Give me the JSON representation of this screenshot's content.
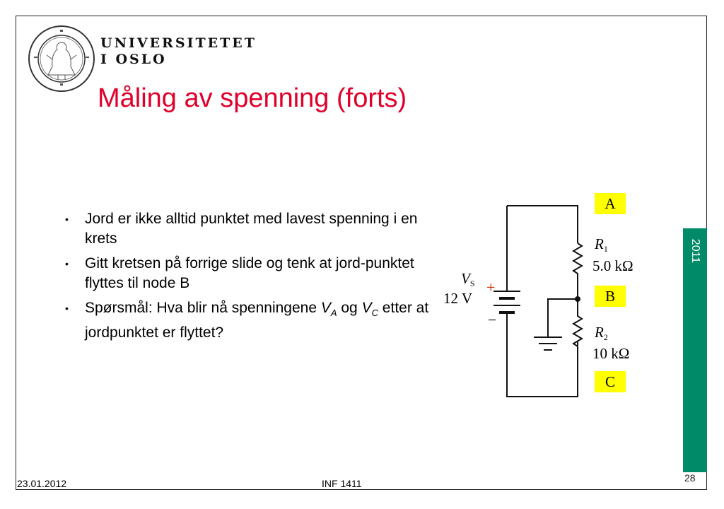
{
  "header": {
    "university_line1": "UNIVERSITETET",
    "university_line2": "I OSLO"
  },
  "slide": {
    "title": "Måling av spenning (forts)",
    "bullets": [
      {
        "text": "Jord er ikke alltid punktet med lavest spenning i en krets"
      },
      {
        "text": "Gitt kretsen på forrige slide og tenk at jord-punktet flyttes til node B"
      },
      {
        "part1": "Spørsmål: Hva blir nå spenningene ",
        "var_a": "V",
        "var_a_sub": "A",
        "part2": " og ",
        "var_c": "V",
        "var_c_sub": "C",
        "part3": " etter at jordpunktet er flyttet?"
      }
    ]
  },
  "circuit": {
    "node_a": "A",
    "node_b": "B",
    "node_c": "C",
    "r1_symbol": "R",
    "r1_sub": "1",
    "r1_value": "5.0 kΩ",
    "r2_symbol": "R",
    "r2_sub": "2",
    "r2_value": "10 kΩ",
    "source_symbol": "V",
    "source_sub": "S",
    "source_value": "12 V",
    "plus": "+",
    "minus": "−"
  },
  "footer": {
    "date": "23.01.2012",
    "course": "INF 1411",
    "page": "28",
    "year": "2011"
  },
  "colors": {
    "title": "#e0002a",
    "sidebar": "#008a68",
    "node_highlight": "#ffff00",
    "plus_sign": "#cc3300"
  }
}
